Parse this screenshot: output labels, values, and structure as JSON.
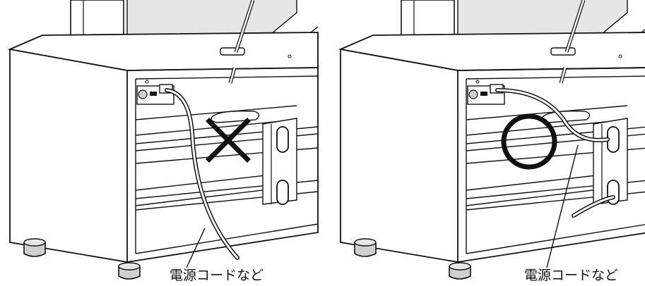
{
  "panels": [
    {
      "id": "incorrect",
      "mark": "x-mark",
      "callout": "電源コードなど"
    },
    {
      "id": "correct",
      "mark": "circle-mark",
      "callout": "電源コードなど"
    }
  ],
  "colors": {
    "line": "#111111",
    "shade": "#cfcfcf",
    "shade_light": "#e6e6e6",
    "background": "#ffffff"
  }
}
